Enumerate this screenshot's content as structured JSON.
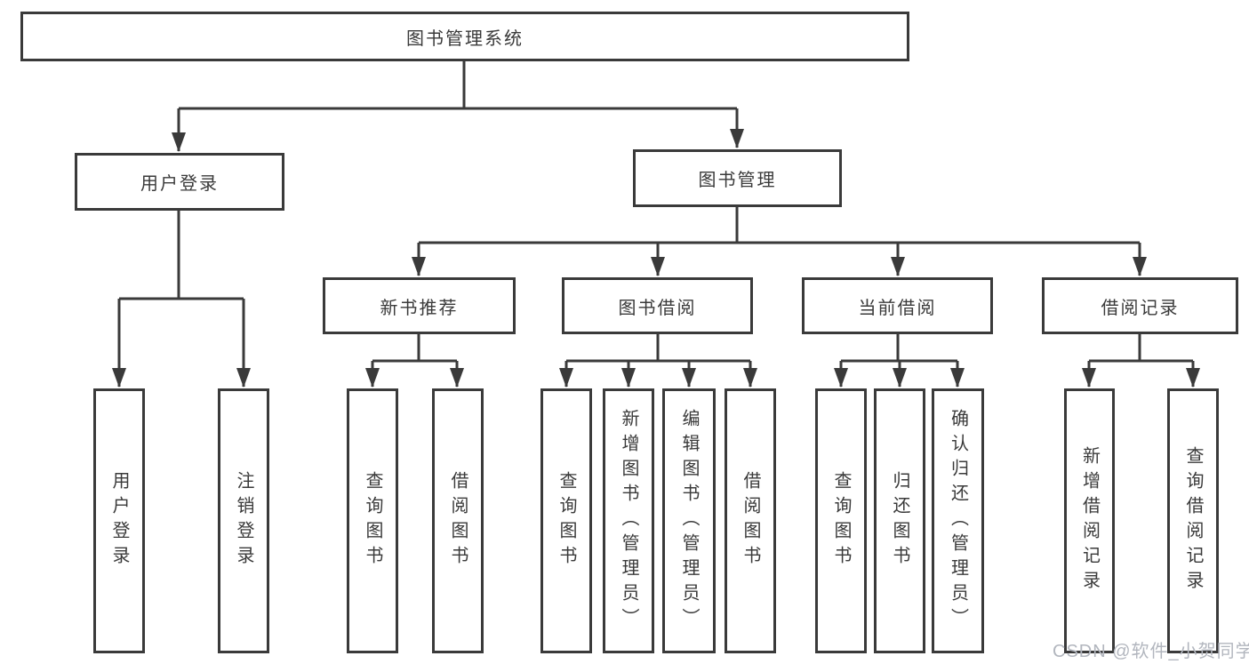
{
  "diagram": {
    "root": {
      "label": "图书管理系统"
    },
    "level2": [
      {
        "label": "用户登录"
      },
      {
        "label": "图书管理"
      }
    ],
    "level3": [
      {
        "label": "新书推荐",
        "parent": "图书管理"
      },
      {
        "label": "图书借阅",
        "parent": "图书管理"
      },
      {
        "label": "当前借阅",
        "parent": "图书管理"
      },
      {
        "label": "借阅记录",
        "parent": "图书管理"
      }
    ],
    "leaves": [
      {
        "label": "用户登录",
        "parent": "用户登录"
      },
      {
        "label": "注销登录",
        "parent": "用户登录"
      },
      {
        "label": "查询图书",
        "parent": "新书推荐"
      },
      {
        "label": "借阅图书",
        "parent": "新书推荐"
      },
      {
        "label": "查询图书",
        "parent": "图书借阅"
      },
      {
        "label": "新增图书（管理员）",
        "parent": "图书借阅"
      },
      {
        "label": "编辑图书（管理员）",
        "parent": "图书借阅"
      },
      {
        "label": "借阅图书",
        "parent": "图书借阅"
      },
      {
        "label": "查询图书",
        "parent": "当前借阅"
      },
      {
        "label": "归还图书",
        "parent": "当前借阅"
      },
      {
        "label": "确认归还（管理员）",
        "parent": "当前借阅"
      },
      {
        "label": "新增借阅记录",
        "parent": "借阅记录"
      },
      {
        "label": "查询借阅记录",
        "parent": "借阅记录"
      }
    ]
  },
  "watermark": {
    "text": "CSDN @软件_小贺同学"
  },
  "colors": {
    "line": "#3a3a3a",
    "text": "#3a3a3a",
    "box_background": "#ffffff",
    "watermark": "#b2b6be"
  }
}
